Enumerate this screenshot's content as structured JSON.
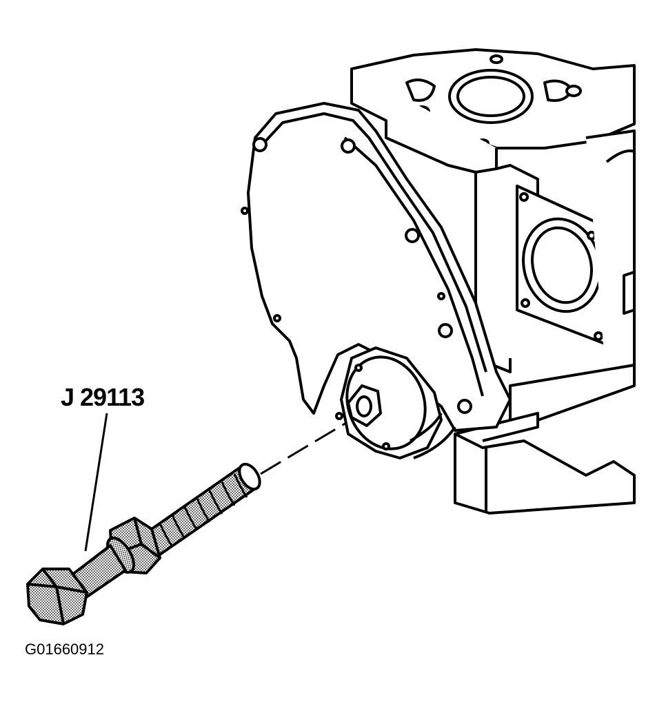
{
  "callout": {
    "tool_label": "J 29113"
  },
  "figure": {
    "id": "G01660912"
  },
  "icons": [
    "engine-block-icon",
    "timing-cover-icon",
    "bolt-tool-icon",
    "leader-line"
  ]
}
